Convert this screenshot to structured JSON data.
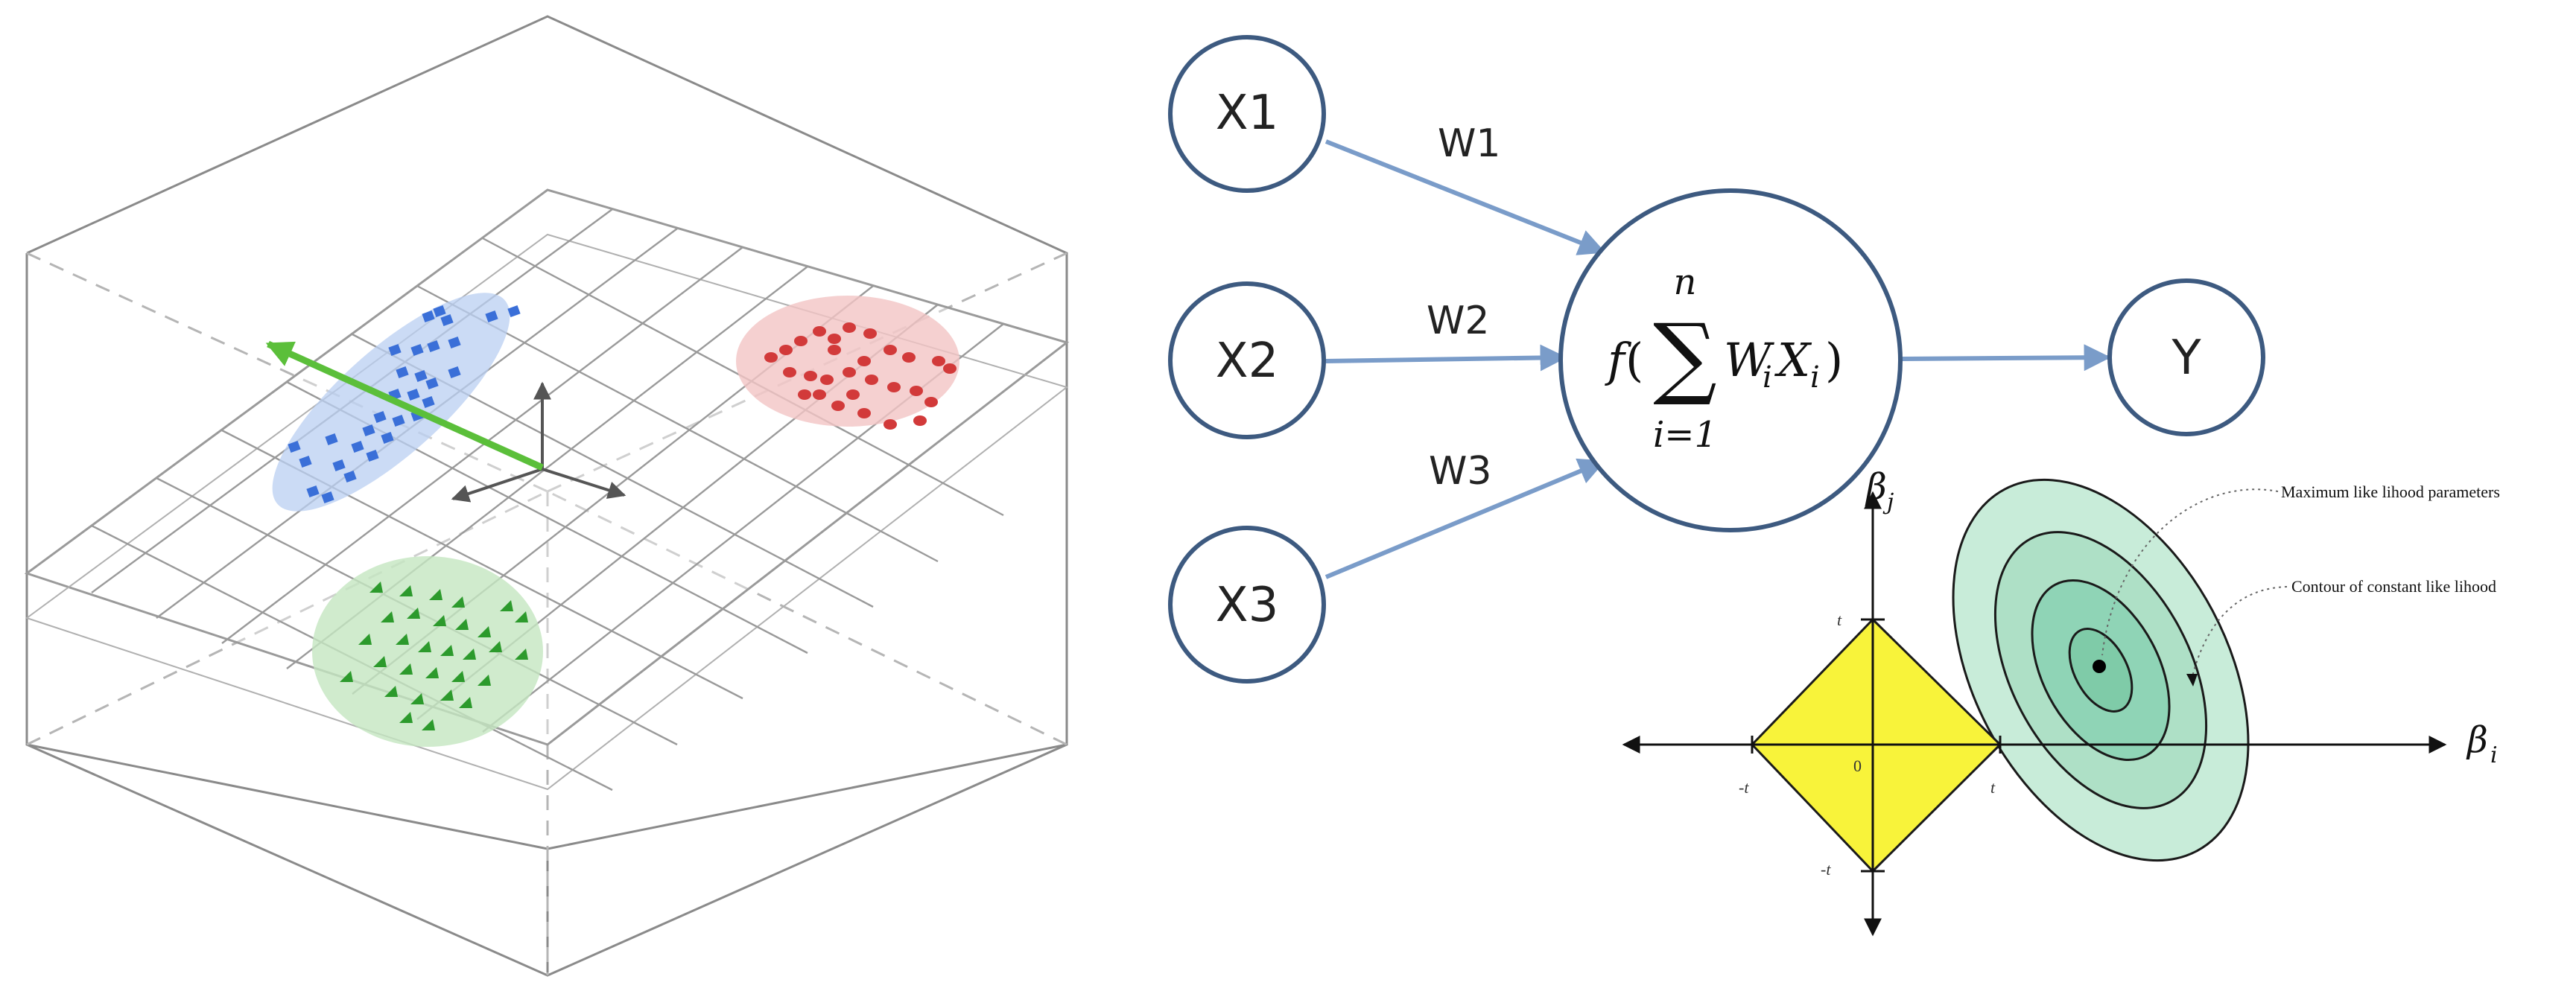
{
  "neural_network": {
    "inputs": [
      {
        "label": "X1",
        "weight": "W1"
      },
      {
        "label": "X2",
        "weight": "W2"
      },
      {
        "label": "X3",
        "weight": "W3"
      }
    ],
    "neuron": {
      "func": "f",
      "open": "(",
      "sum_sign": "∑",
      "upper_limit": "n",
      "lower_limit": "i=1",
      "term_w": "W",
      "term_x": "X",
      "sub_i": "i",
      "close": ")"
    },
    "output": {
      "label": "Y"
    },
    "colors": {
      "node_stroke": "#3d5a80",
      "arrow": "#7a9cc9"
    }
  },
  "regularization": {
    "beta_j": "β",
    "beta_j_sub": "j",
    "beta_i": "β",
    "beta_i_sub": "i",
    "t_top": "t",
    "t_right": "t",
    "neg_t_left": "-t",
    "neg_t_bottom": "-t",
    "origin": "0",
    "max_likelihood_label": "Maximum like lihood parameters",
    "contour_label": "Contour of constant like lihood",
    "colors": {
      "diamond": "#f8f33a",
      "ellipse_outer": "#c8ecd9",
      "ellipse_inner": "#8fd4b6"
    }
  },
  "lda_3d": {
    "clusters": [
      {
        "name": "blue",
        "marker": "square",
        "color": "#3a6fd8",
        "halo": "#b9cff2"
      },
      {
        "name": "red",
        "marker": "circle",
        "color": "#d23a3a",
        "halo": "#f3c4c4"
      },
      {
        "name": "green",
        "marker": "triangle",
        "color": "#2c9a2c",
        "halo": "#c4e6c0"
      }
    ],
    "direction_arrow_color": "#5bbf3a"
  }
}
